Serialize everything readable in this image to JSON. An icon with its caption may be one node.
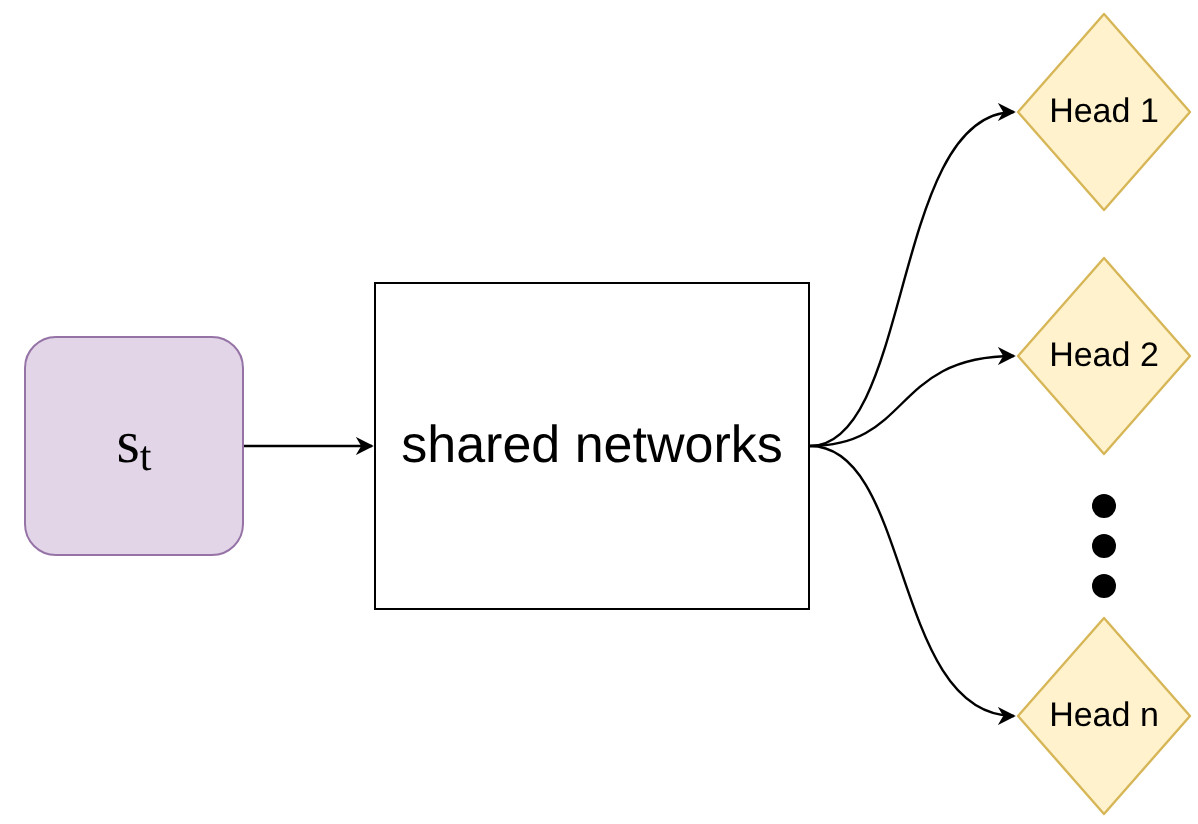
{
  "diagram": {
    "nodes": [
      {
        "text": [
          "s$_{t}$"
        ]
      },
      {
        "text": [
          "shared networks"
        ]
      },
      {
        "text": [
          "Head 1"
        ]
      },
      {
        "text": [
          "Head 2"
        ]
      },
      {
        "text": [
          "Head n"
        ]
      }
    ],
    "edges": [
      {
        "from": 0,
        "to": 1,
        "arrow": "to"
      },
      {
        "from": 1,
        "to": 2,
        "arrow": "to"
      },
      {
        "from": 1,
        "to": 3,
        "arrow": "to"
      },
      {
        "from": 1,
        "to": 4,
        "arrow": "to"
      }
    ]
  }
}
